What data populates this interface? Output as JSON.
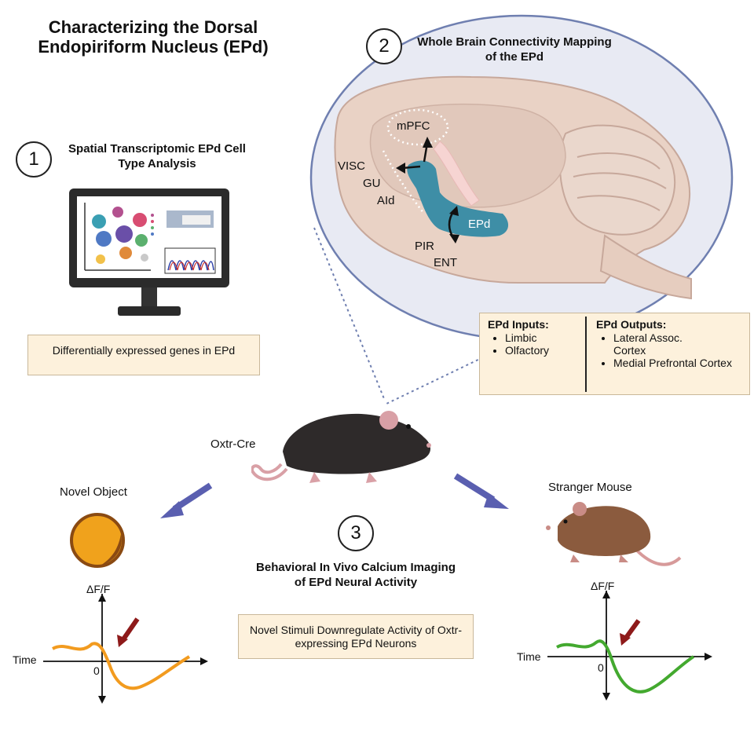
{
  "title": "Characterizing the Dorsal Endopiriform Nucleus (EPd)",
  "step1": {
    "number": "1",
    "title": "Spatial Transcriptomic EPd Cell Type Analysis",
    "box_text": "Differentially expressed genes in EPd"
  },
  "step2": {
    "number": "2",
    "title": "Whole Brain Connectivity Mapping of the EPd",
    "labels": {
      "mpfc": "mPFC",
      "visc": "VISC",
      "gu": "GU",
      "aid": "AId",
      "epd": "EPd",
      "pir": "PIR",
      "ent": "ENT"
    },
    "inputs": {
      "heading": "EPd Inputs:",
      "items": [
        "Limbic",
        "Olfactory"
      ]
    },
    "outputs": {
      "heading": "EPd Outputs:",
      "items": [
        "Lateral Assoc. Cortex",
        "Medial Prefrontal Cortex"
      ]
    }
  },
  "mouse_label": "Oxtr-Cre",
  "novel_object": {
    "label": "Novel Object"
  },
  "stranger_mouse": {
    "label": "Stranger Mouse"
  },
  "step3": {
    "number": "3",
    "title": "Behavioral In Vivo Calcium Imaging of EPd Neural Activity",
    "box_text": "Novel Stimuli Downregulate Activity of Oxtr-expressing EPd Neurons"
  },
  "graph_labels": {
    "y": "ΔF/F",
    "x": "Time",
    "origin": "0"
  },
  "colors": {
    "brain_bg": "#e8eaf3",
    "brain_border": "#6f7fb0",
    "epd": "#3e8ea6",
    "orange_trace": "#f29b1f",
    "green_trace": "#43a92f",
    "arrow_blue": "#5a5fb0",
    "red_arrow": "#8e1a1a",
    "box_fill": "#fdf1dc"
  }
}
